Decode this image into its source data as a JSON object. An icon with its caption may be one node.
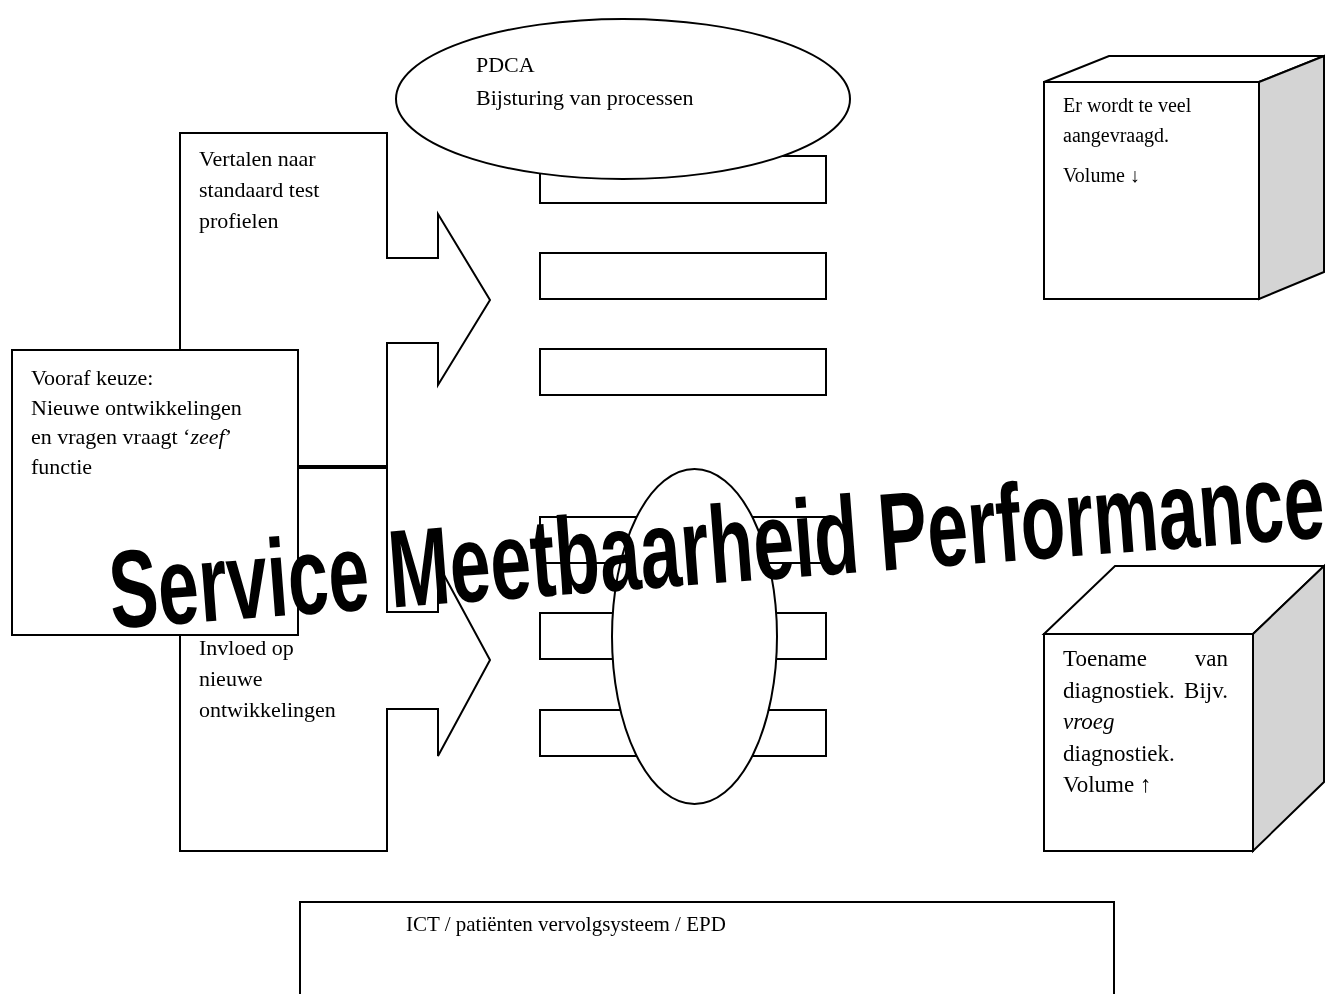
{
  "diagram": {
    "nodes": [
      {
        "text": [
          "PDCA",
          "Bijsturing van processen"
        ]
      },
      {
        "text": [
          "Vertalen naar standaard test profielen"
        ]
      },
      {
        "text": [],
        "shape": "box"
      },
      {
        "text": [],
        "shape": "box"
      },
      {
        "text": [],
        "shape": "box"
      },
      {
        "text": [
          "Er wordt te veel aangevraagd.",
          "Volume ↓"
        ]
      },
      {
        "text": [
          "Vooraf keuze:",
          "Nieuwe ontwikkelingen  en vragen vraagt ‘*zeef*’ functie"
        ]
      },
      {
        "text": [
          "Invloed op nieuwe ontwikkelingen"
        ]
      },
      {
        "text": [],
        "shape": "box"
      },
      {
        "text": [],
        "shape": "box"
      },
      {
        "text": [],
        "shape": "box"
      },
      {
        "text": [],
        "shape": "ellipse"
      },
      {
        "text": [
          "Toename van diagnostiek. Bijv. *vroeg* diagnostiek. Volume ↑"
        ]
      },
      {
        "text": [
          "ICT / patiënten vervolgsysteem / EPD"
        ]
      }
    ],
    "edges": [],
    "labels": [
      "Service Meetbaarheid Performance"
    ]
  }
}
